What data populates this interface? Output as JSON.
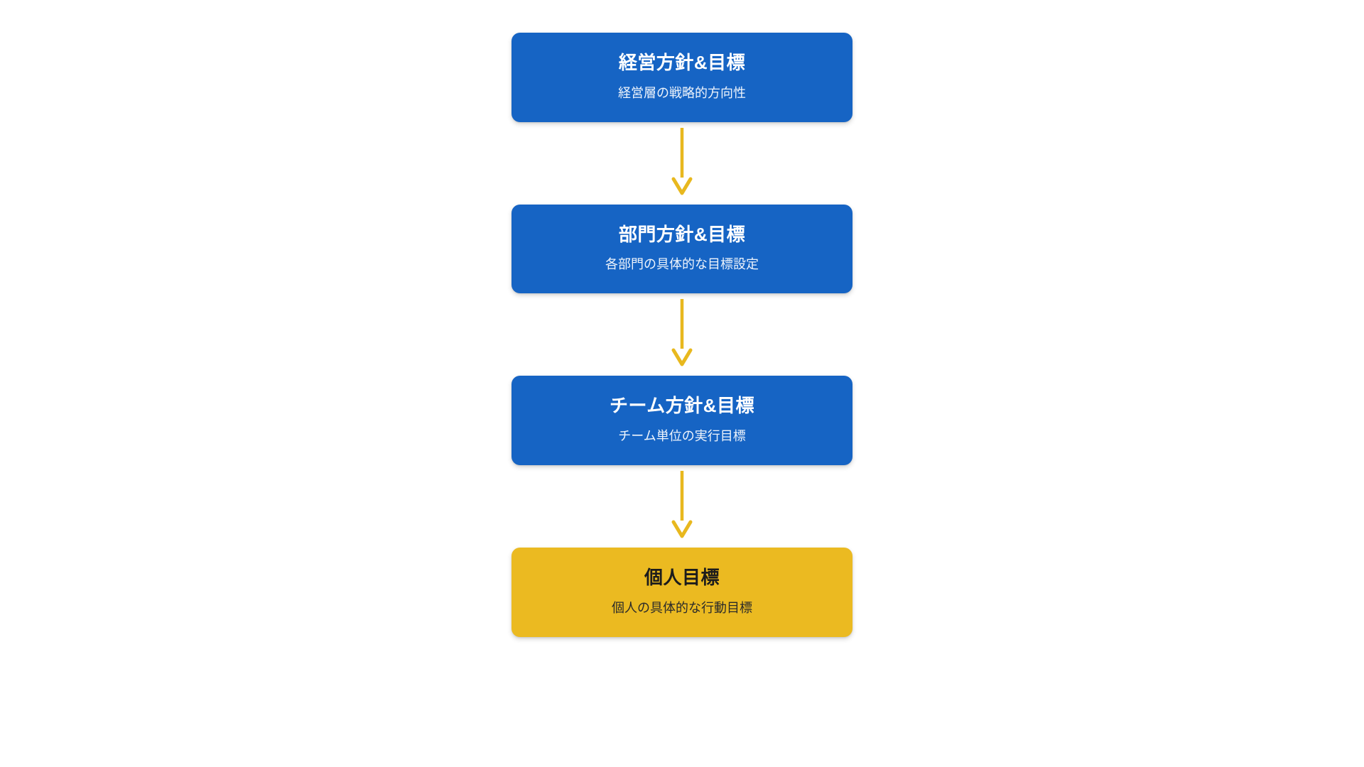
{
  "diagram": {
    "type": "vertical-cascade-flow",
    "background_color": "#ffffff",
    "node_blue_color": "#1664C4",
    "node_gold_color": "#EBBA21",
    "arrow_color": "#E8B81E",
    "nodes": [
      {
        "title": "経営方針&目標",
        "subtitle": "経営層の戦略的方向性",
        "level": "blue"
      },
      {
        "title": "部門方針&目標",
        "subtitle": "各部門の具体的な目標設定",
        "level": "blue"
      },
      {
        "title": "チーム方針&目標",
        "subtitle": "チーム単位の実行目標",
        "level": "blue"
      },
      {
        "title": "個人目標",
        "subtitle": "個人の具体的な行動目標",
        "level": "gold"
      }
    ],
    "connectors": [
      {
        "from": "経営方針&目標",
        "to": "部門方針&目標",
        "icon": "arrow-down-icon"
      },
      {
        "from": "部門方針&目標",
        "to": "チーム方針&目標",
        "icon": "arrow-down-icon"
      },
      {
        "from": "チーム方針&目標",
        "to": "個人目標",
        "icon": "arrow-down-icon"
      }
    ]
  }
}
